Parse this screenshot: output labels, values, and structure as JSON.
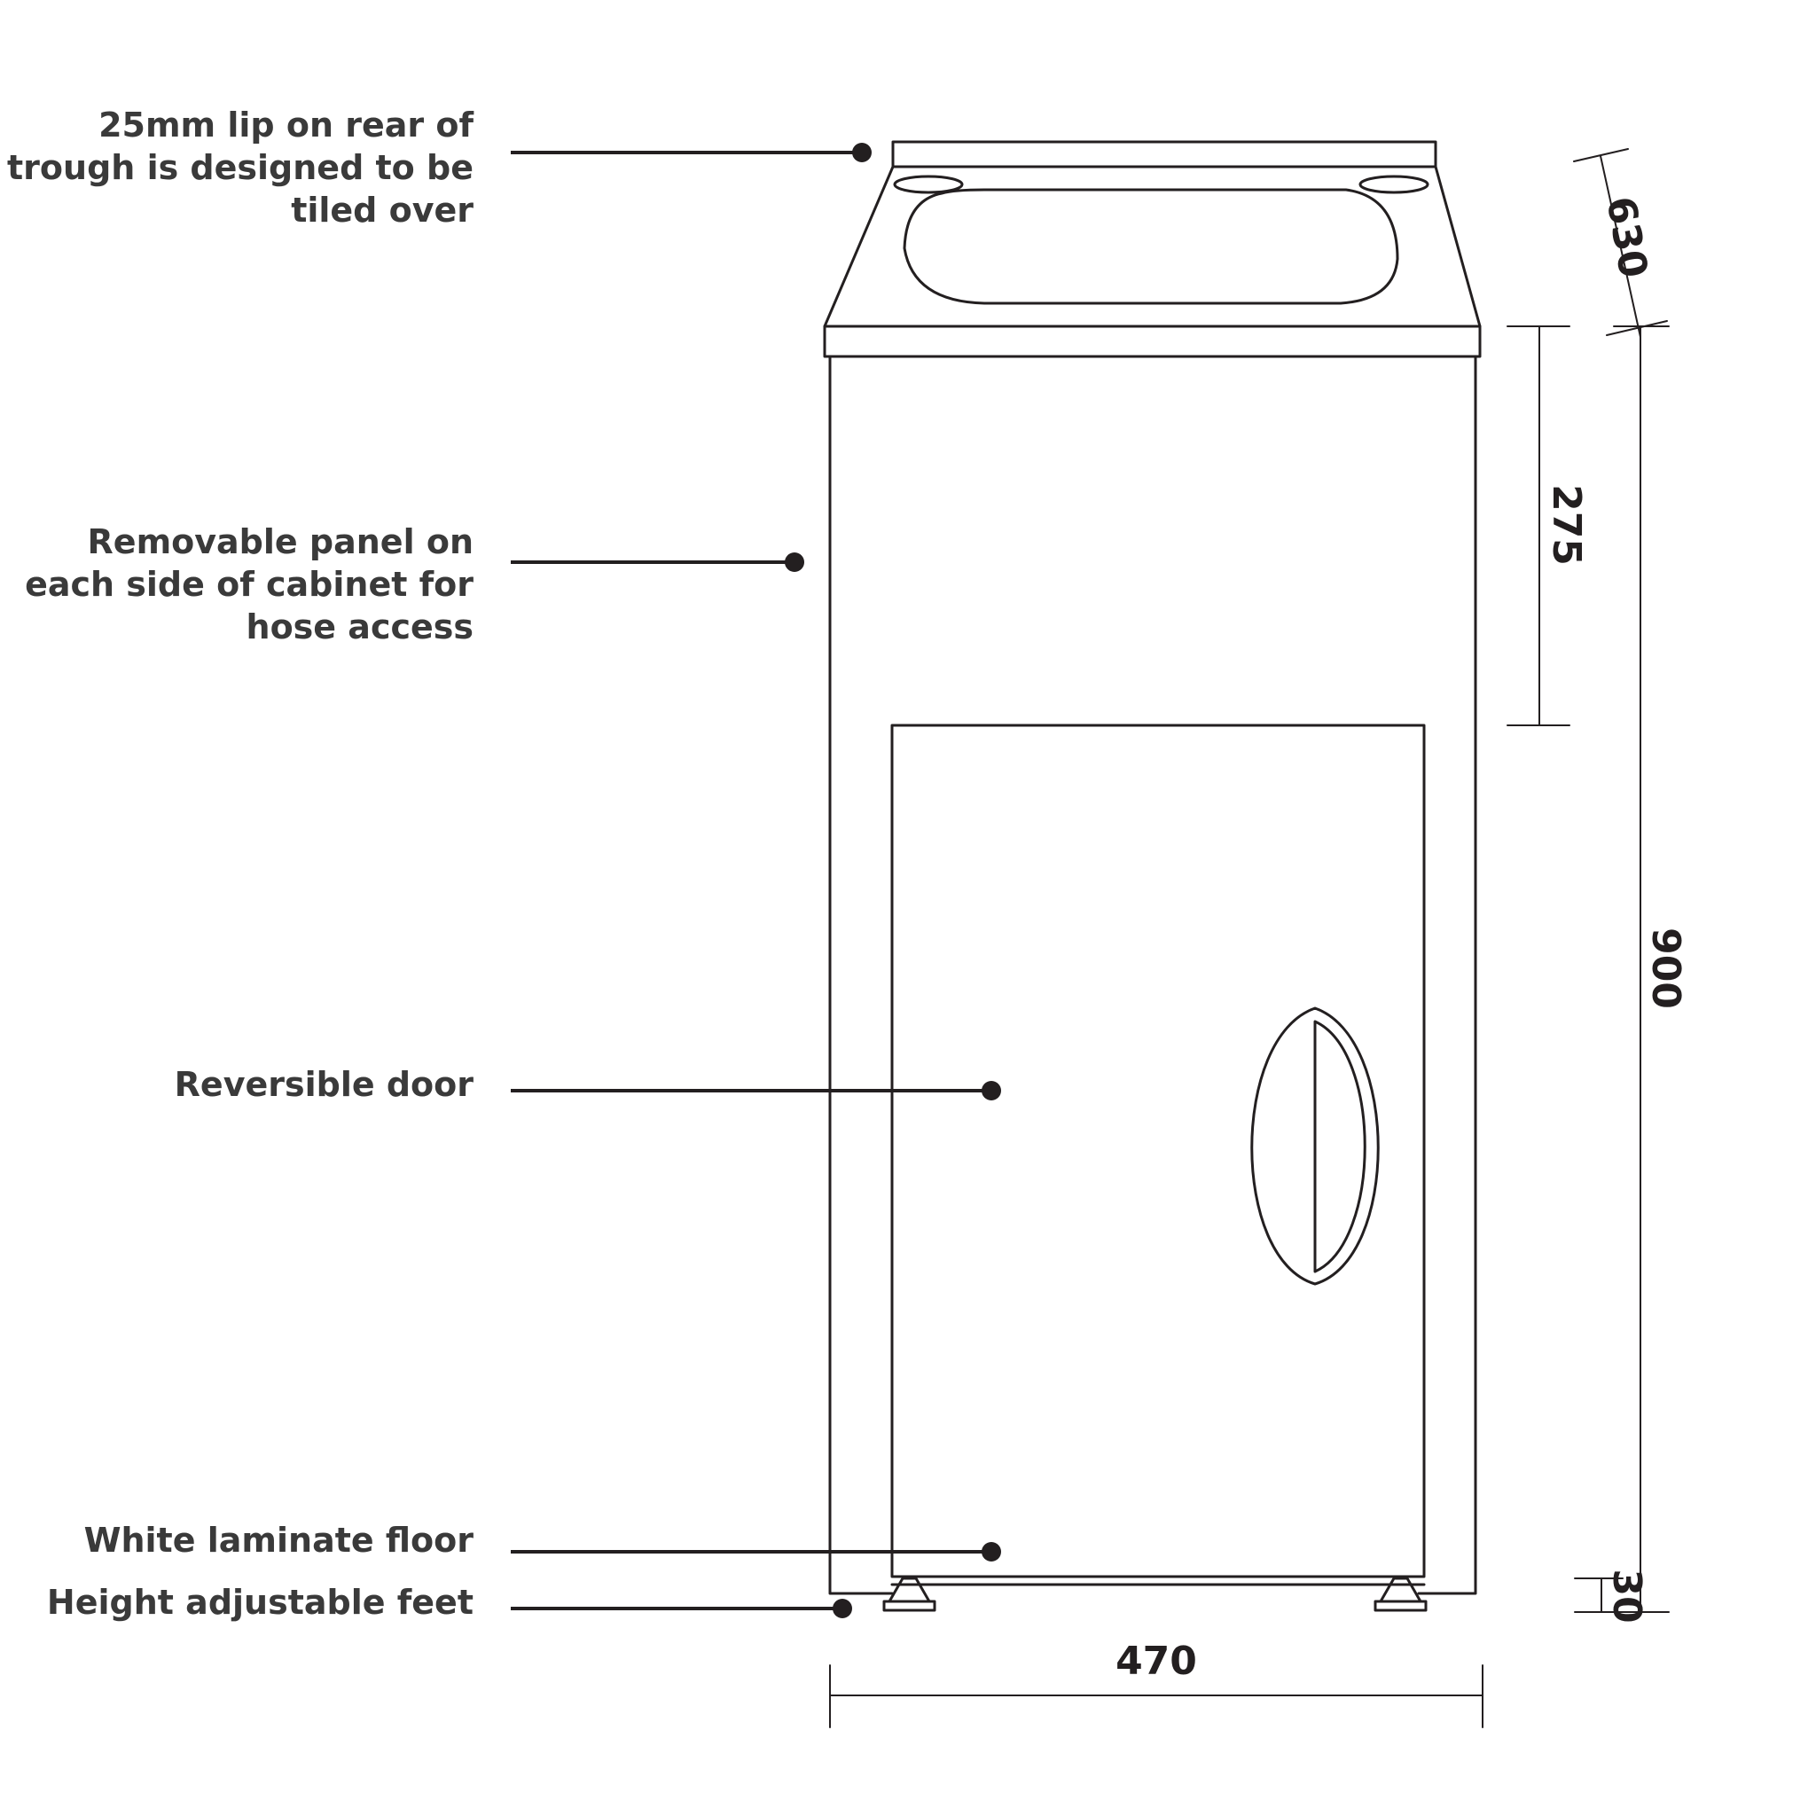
{
  "callouts": {
    "lip": [
      "25mm lip on rear of",
      "trough is designed to be",
      "tiled over"
    ],
    "panel": [
      "Removable panel on",
      "each side of cabinet for",
      "hose access"
    ],
    "door": [
      "Reversible door"
    ],
    "floor": [
      "White laminate floor"
    ],
    "feet": [
      "Height adjustable feet"
    ]
  },
  "dimensions": {
    "depth": "630",
    "top_to_door": "275",
    "height": "900",
    "feet": "30",
    "width": "470"
  },
  "colors": {
    "ink": "#231f20",
    "label_text": "#3a3a3a",
    "background": "#ffffff"
  }
}
